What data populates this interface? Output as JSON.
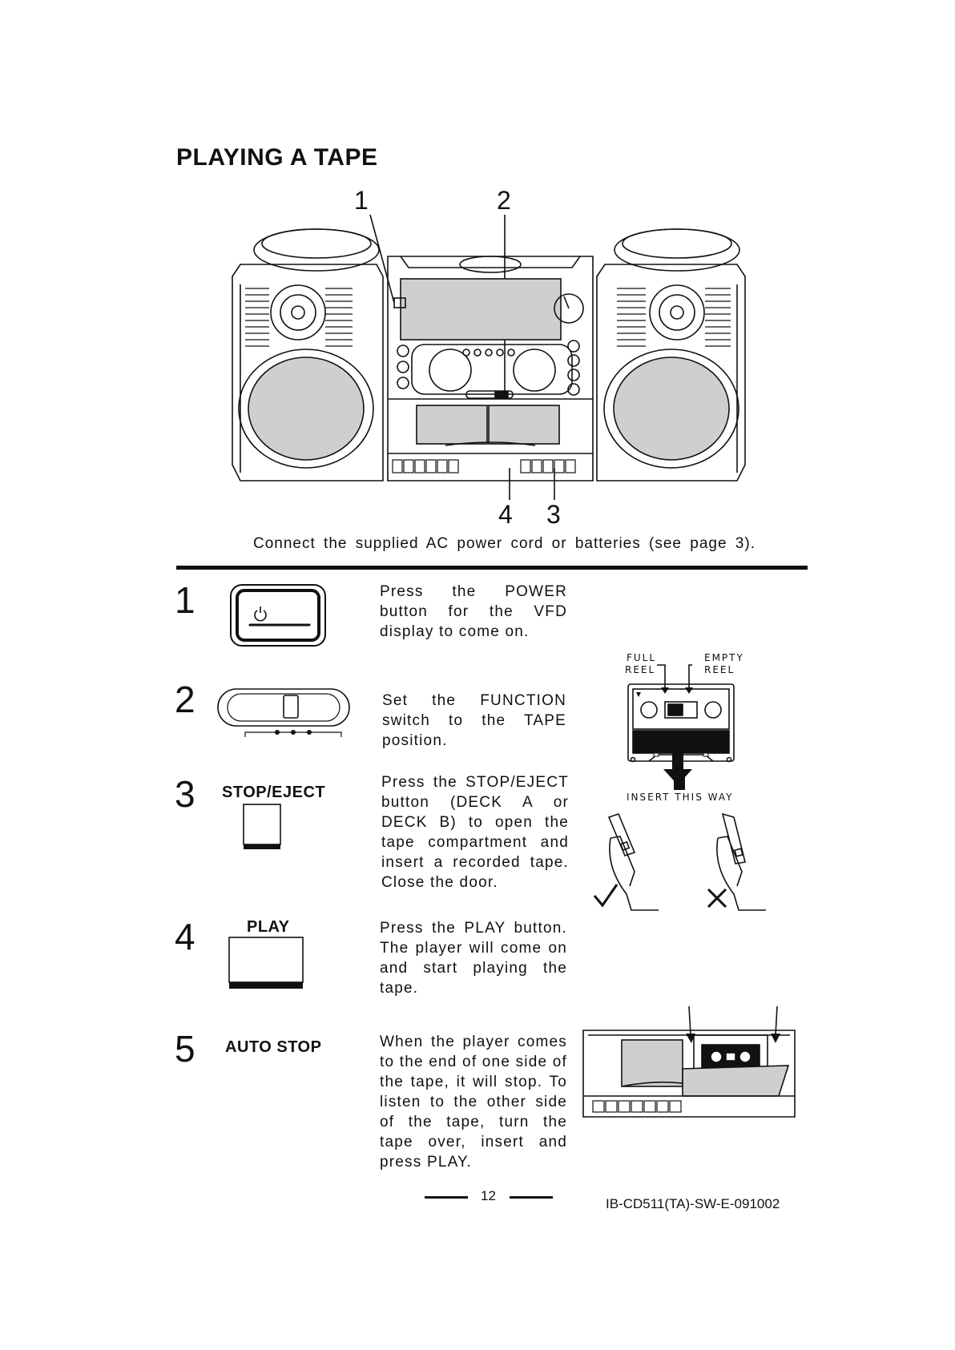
{
  "page": {
    "title": "PLAYING A TAPE",
    "intro": "Connect the supplied AC power cord or batteries (see page 3).",
    "page_number": "12",
    "doc_code": "IB-CD511(TA)-SW-E-091002"
  },
  "callouts": [
    "1",
    "2",
    "4",
    "3"
  ],
  "steps": [
    {
      "num": "1",
      "label": "",
      "text": "Press the POWER button for the VFD display to come on."
    },
    {
      "num": "2",
      "label": "",
      "text": "Set the FUNCTION switch to the TAPE position."
    },
    {
      "num": "3",
      "label": "STOP/EJECT",
      "text": "Press the STOP/EJECT button (DECK A or DECK B) to open the tape compartment and insert a recorded tape. Close the door."
    },
    {
      "num": "4",
      "label": "PLAY",
      "text": "Press the PLAY button. The player will come on and start playing the tape."
    },
    {
      "num": "5",
      "label": "AUTO STOP",
      "text": "When the player comes to the end of one side of the tape, it will stop. To listen to the other side of the tape, turn the tape over, insert and press PLAY."
    }
  ],
  "cassette": {
    "full_reel": [
      "FULL",
      "REEL"
    ],
    "empty_reel": [
      "EMPTY",
      "REEL"
    ],
    "insert": "INSERT THIS WAY"
  },
  "icons": [
    "power-icon",
    "check-icon",
    "cross-icon"
  ]
}
